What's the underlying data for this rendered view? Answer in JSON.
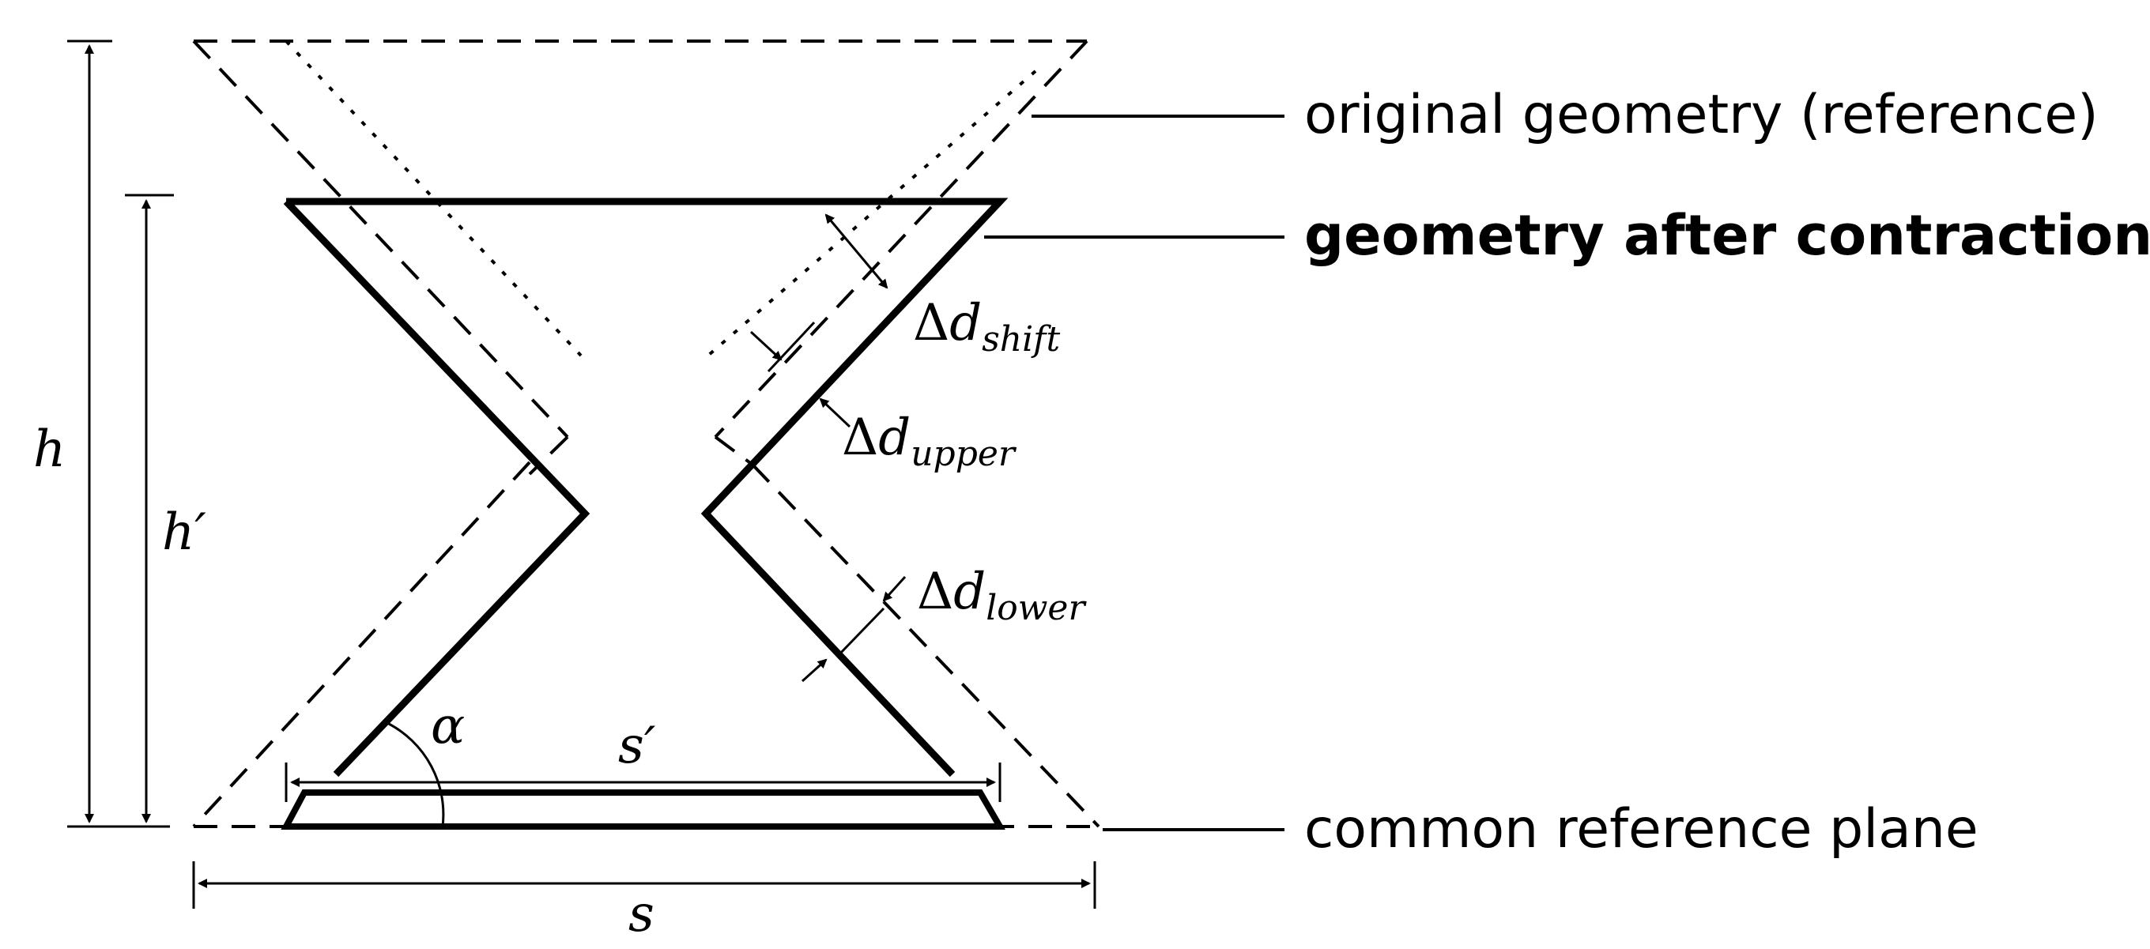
{
  "legend": {
    "original": "original geometry (reference)",
    "contracted": "geometry after contraction",
    "plane": "common reference plane"
  },
  "dimensions": {
    "h": "h",
    "h_prime": "h′",
    "s": "s",
    "s_prime": "s′",
    "alpha": "α"
  },
  "deltas": {
    "shift": {
      "delta": "Δ",
      "d": "d",
      "sub": "shift"
    },
    "upper": {
      "delta": "Δ",
      "d": "d",
      "sub": "upper"
    },
    "lower": {
      "delta": "Δ",
      "d": "d",
      "sub": "lower"
    }
  }
}
